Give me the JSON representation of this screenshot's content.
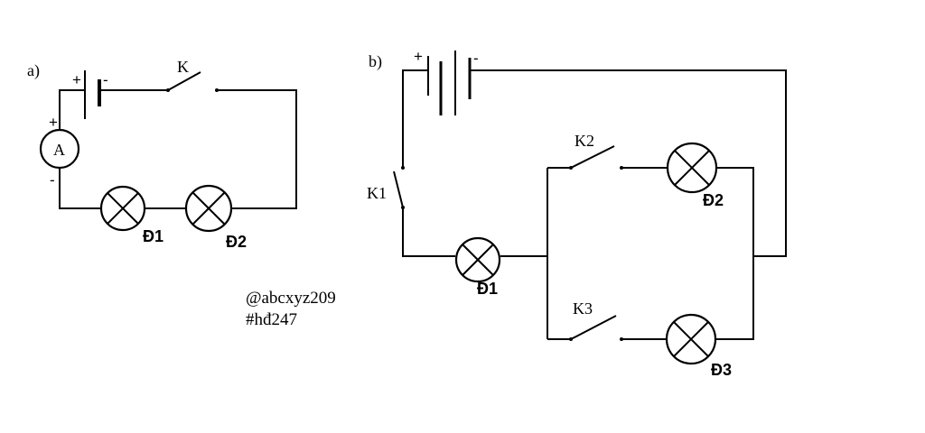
{
  "diagram_a": {
    "label": "a)",
    "switch_label": "K",
    "ammeter_label": "A",
    "ammeter_plus": "+",
    "ammeter_minus": "-",
    "battery_plus": "+",
    "battery_minus": "-",
    "lamp1_label": "Đ1",
    "lamp2_label": "Đ2"
  },
  "diagram_b": {
    "label": "b)",
    "battery_plus": "+",
    "battery_minus": "-",
    "k1_label": "K1",
    "k2_label": "K2",
    "k3_label": "K3",
    "lamp1_label": "Đ1",
    "lamp2_label": "Đ2",
    "lamp3_label": "Đ3"
  },
  "watermark": {
    "line1": "@abcxyz209",
    "line2": "#hđ247"
  }
}
